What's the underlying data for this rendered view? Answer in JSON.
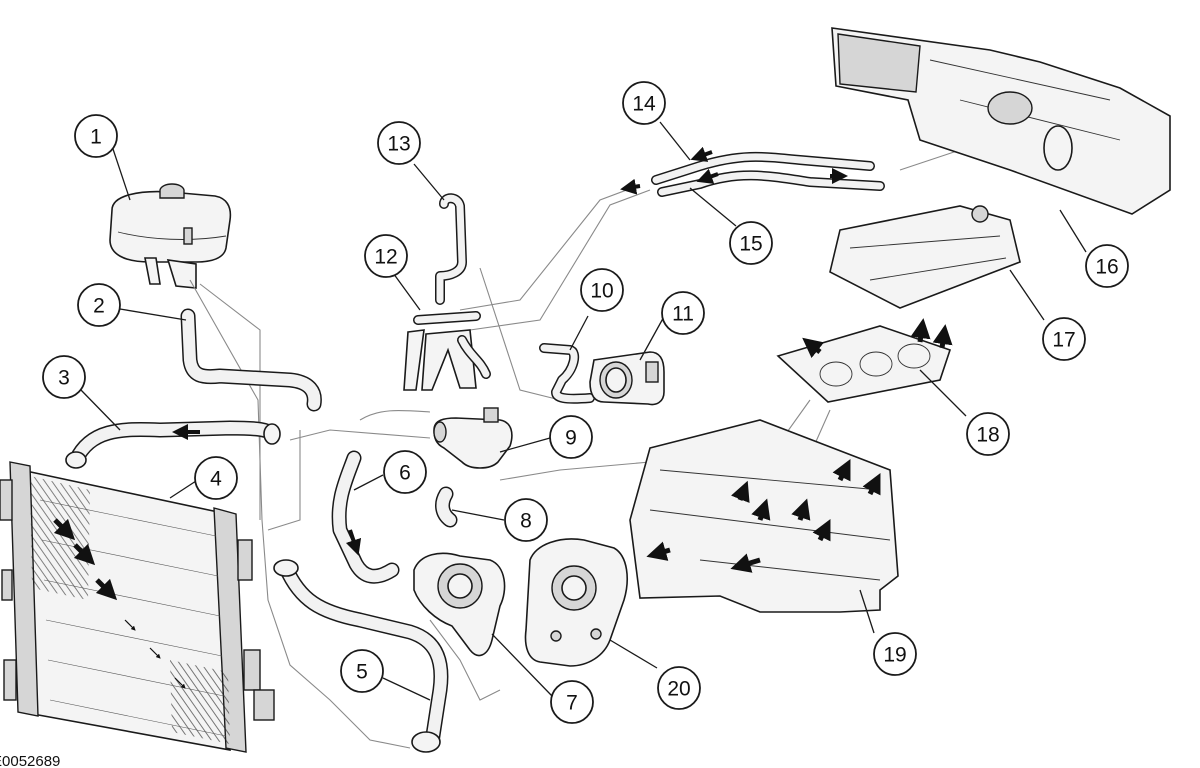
{
  "reference_code": "E0052689",
  "callouts": [
    {
      "number": "1"
    },
    {
      "number": "2"
    },
    {
      "number": "3"
    },
    {
      "number": "4"
    },
    {
      "number": "5"
    },
    {
      "number": "6"
    },
    {
      "number": "7"
    },
    {
      "number": "8"
    },
    {
      "number": "9"
    },
    {
      "number": "10"
    },
    {
      "number": "11"
    },
    {
      "number": "12"
    },
    {
      "number": "13"
    },
    {
      "number": "14"
    },
    {
      "number": "15"
    },
    {
      "number": "16"
    },
    {
      "number": "17"
    },
    {
      "number": "18"
    },
    {
      "number": "19"
    },
    {
      "number": "20"
    }
  ],
  "colors": {
    "line": "#1a1a1a",
    "part_fill": "#f4f4f4",
    "hot_arrow": "#111111",
    "cold_arrow": "#ffffff",
    "flow_line": "#8a8a8a"
  }
}
